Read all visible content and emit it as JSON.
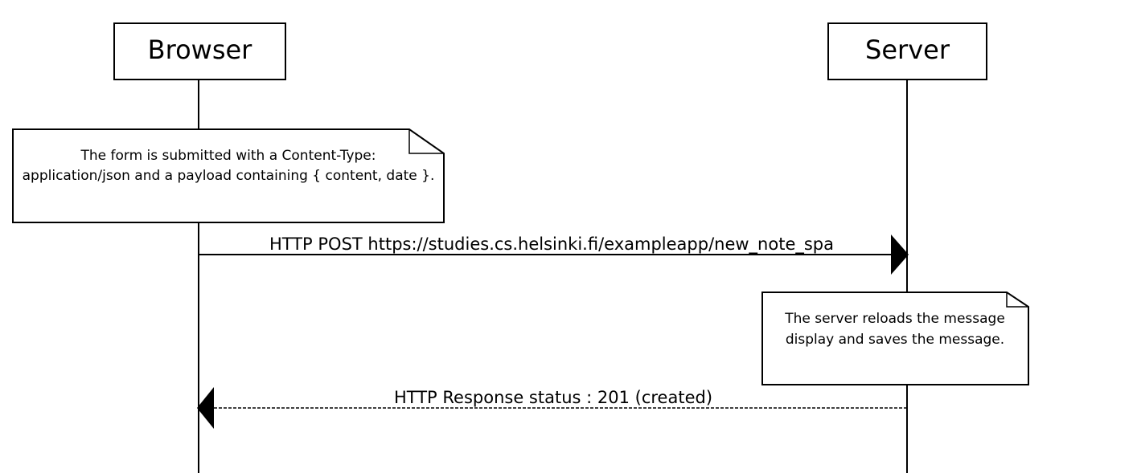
{
  "participants": {
    "browser": "Browser",
    "server": "Server"
  },
  "notes": {
    "browser_note": {
      "line1": "The form is submitted with a Content-Type:",
      "line2": "application/json and a payload containing { content, date }."
    },
    "server_note": {
      "line1": "The server reloads the message",
      "line2": "display and saves the message."
    }
  },
  "messages": {
    "request": "HTTP POST https://studies.cs.helsinki.fi/exampleapp/new_note_spa",
    "response": "HTTP Response status : 201 (created)"
  }
}
